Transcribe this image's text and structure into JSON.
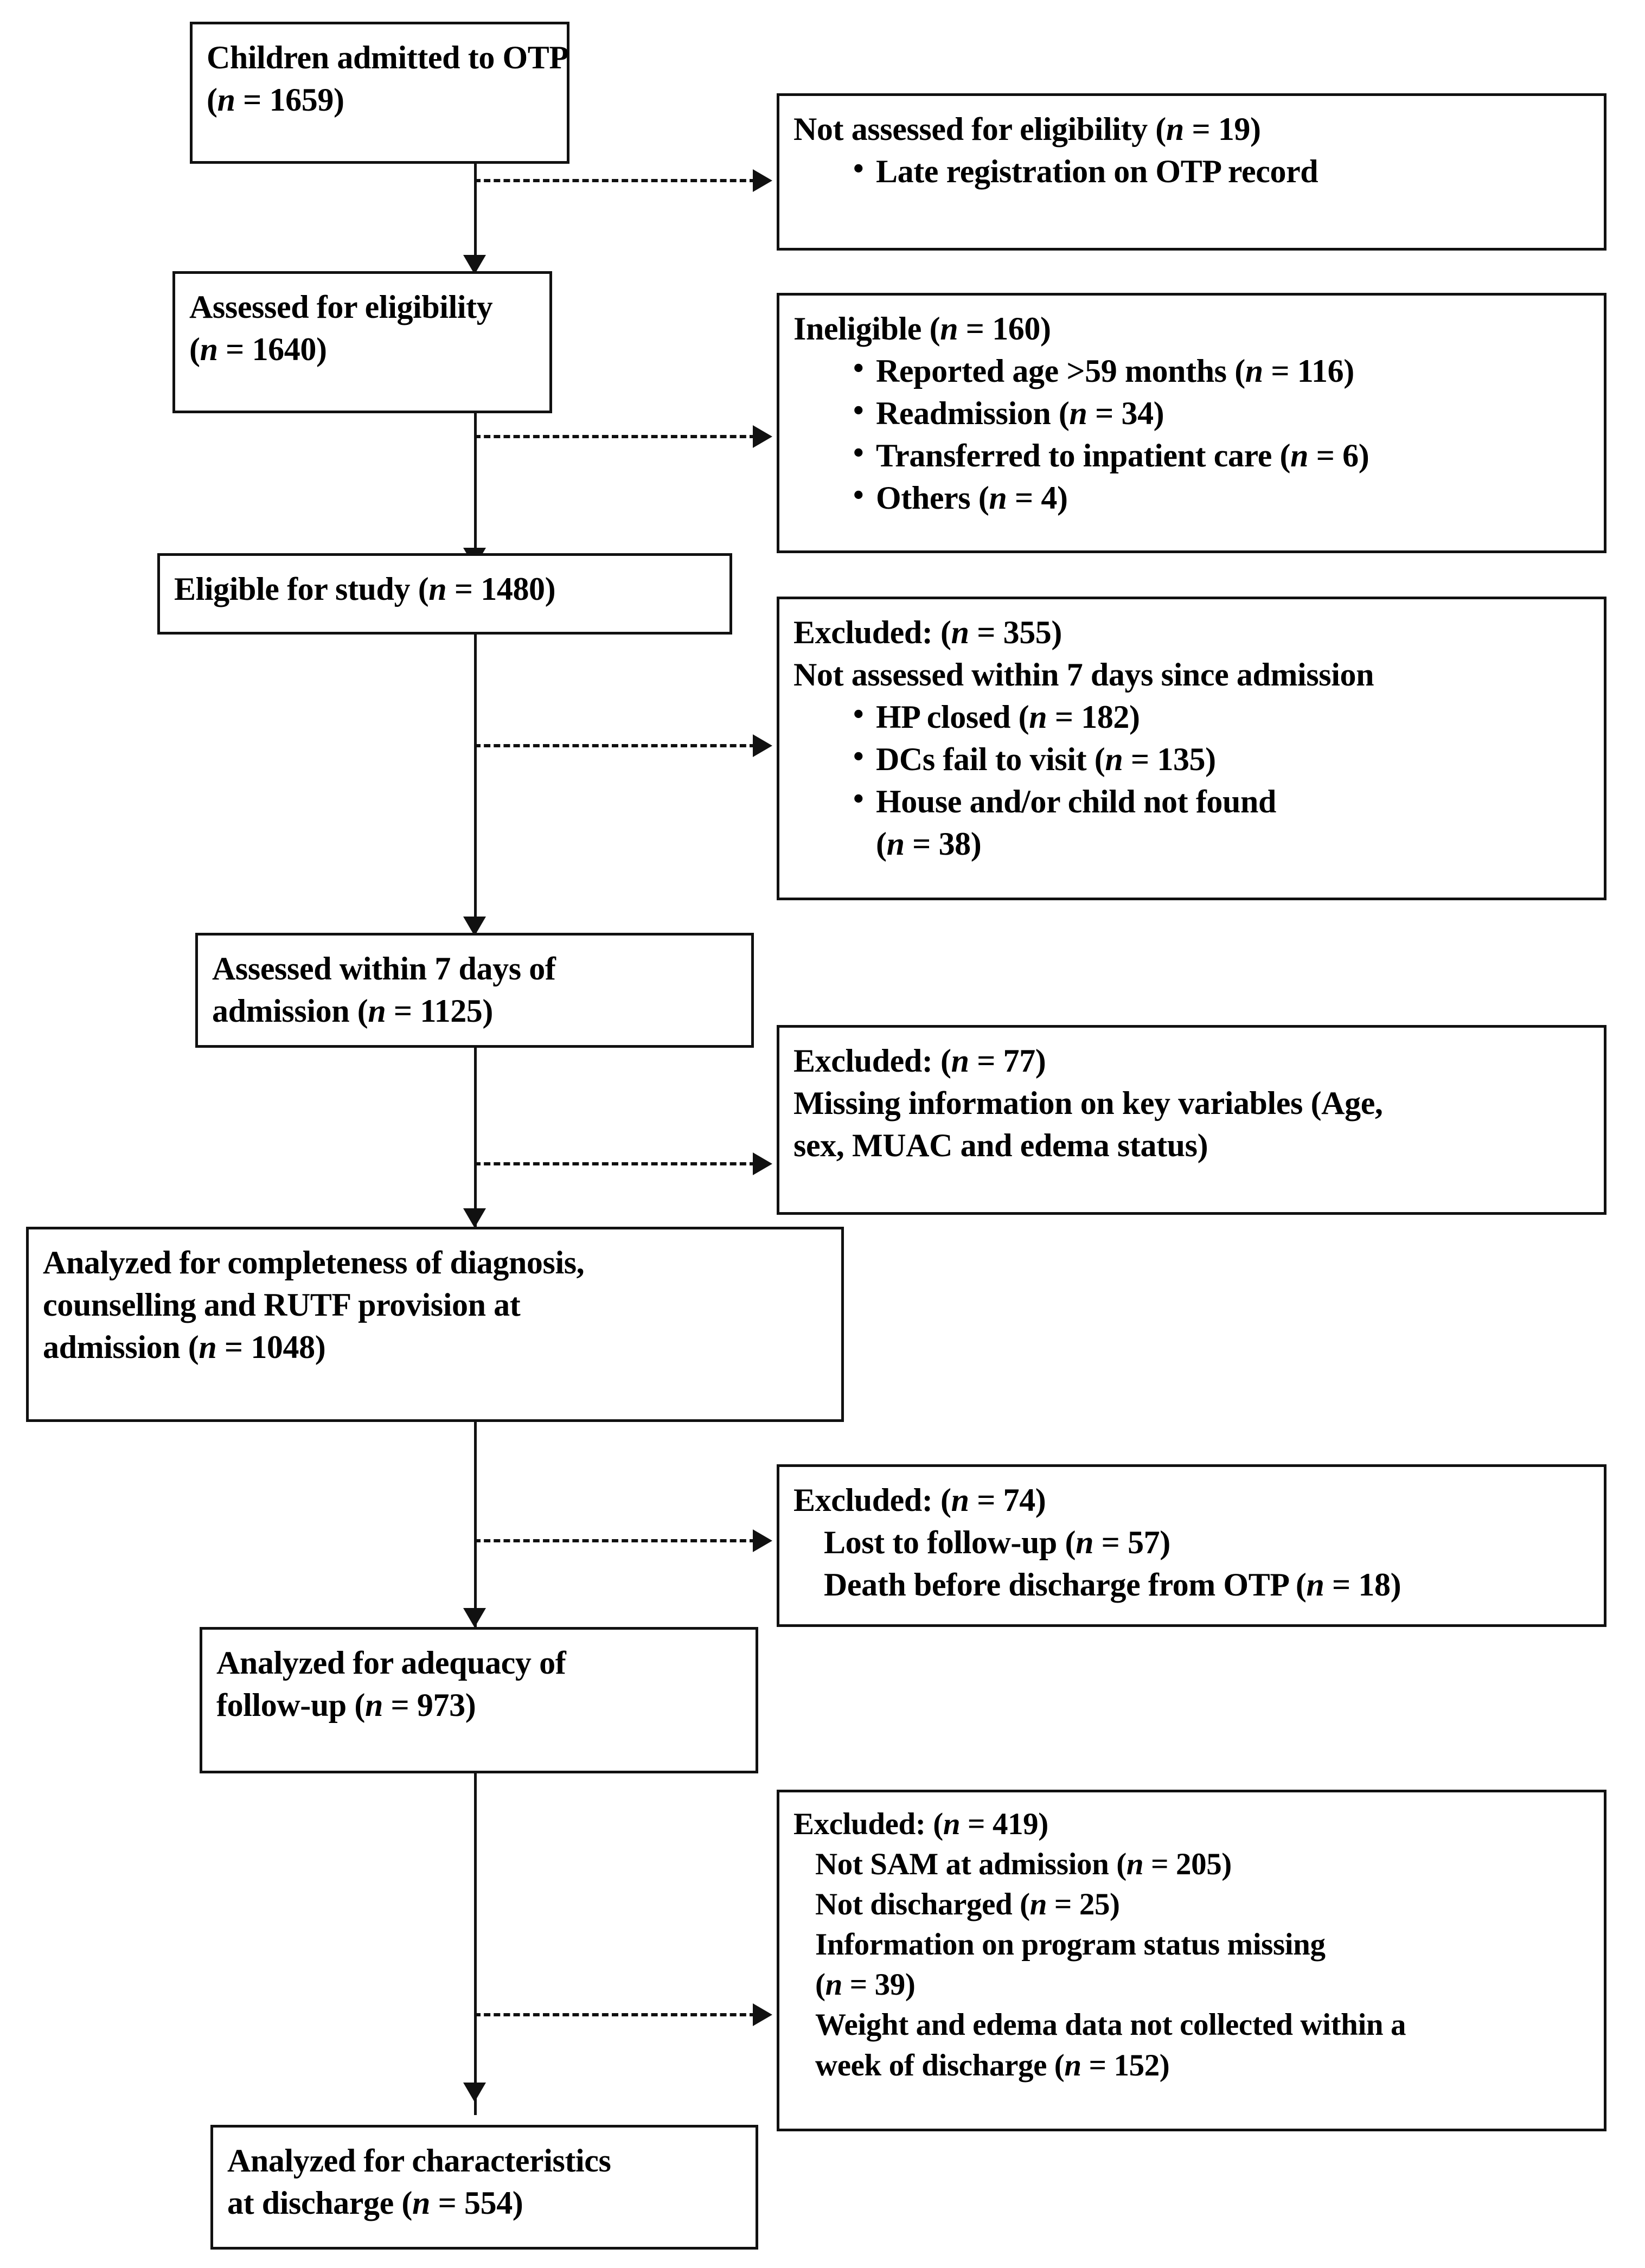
{
  "diagram": {
    "title": "Study participant flow diagram (CONSORT-style)",
    "type": "flowchart",
    "nodes": [
      {
        "id": "admitted",
        "column": "main",
        "lines": [
          "Children admitted to OTP",
          "(n = 1659)"
        ]
      },
      {
        "id": "not-assessed",
        "column": "side",
        "lines": [
          "Not assessed for eligibility  (n = 19)"
        ],
        "bullets": [
          "Late registration on OTP record"
        ]
      },
      {
        "id": "assessed-eligibility",
        "column": "main",
        "lines": [
          "Assessed for eligibility",
          "(n = 1640)"
        ]
      },
      {
        "id": "ineligible",
        "column": "side",
        "lines": [
          "Ineligible  (n = 160)"
        ],
        "bullets": [
          "Reported age >59 months (n = 116)",
          "Readmission (n = 34)",
          "Transferred to inpatient care (n = 6)",
          " Others (n =  4)"
        ]
      },
      {
        "id": "eligible-study",
        "column": "main",
        "lines": [
          "Eligible  for study (n = 1480)"
        ]
      },
      {
        "id": "excluded-355",
        "column": "side",
        "lines": [
          "Excluded: (n = 355)",
          "Not assessed within  7 days since admission"
        ],
        "bullets": [
          "HP closed (n = 182)",
          "DCs fail to visit (n = 135)",
          "House and/or child not found"
        ],
        "bullet_continuation": "(n = 38)"
      },
      {
        "id": "assessed-7days",
        "column": "main",
        "lines": [
          "Assessed within 7 days of",
          "admission (n = 1125)"
        ]
      },
      {
        "id": "excluded-77",
        "column": "side",
        "lines": [
          "Excluded: (n = 77)",
          "Missing information on key variables (Age,",
          "sex, MUAC and edema status)"
        ]
      },
      {
        "id": "analyzed-completeness",
        "column": "wide",
        "lines": [
          "Analyzed for completeness of diagnosis,",
          "counselling and RUTF provision at",
          "admission (n = 1048)"
        ]
      },
      {
        "id": "excluded-74",
        "column": "side",
        "lines": [
          "Excluded:  (n = 74)"
        ],
        "sublines": [
          "Lost to follow-up (n = 57)",
          "Death before discharge from OTP (n = 18)"
        ]
      },
      {
        "id": "analyzed-adequacy",
        "column": "main",
        "lines": [
          "Analyzed for adequacy of",
          "follow-up (n = 973)"
        ]
      },
      {
        "id": "excluded-419",
        "column": "side",
        "lines": [
          "Excluded: (n = 419)"
        ],
        "sublines": [
          "Not SAM at admission (n = 205)",
          "Not discharged (n = 25)",
          "Information on program status missing",
          " (n = 39)",
          "Weight and edema data not collected within a",
          "week of discharge (n = 152)"
        ]
      },
      {
        "id": "analyzed-discharge",
        "column": "main",
        "lines": [
          "Analyzed for characteristics",
          "at discharge (n = 554)"
        ]
      }
    ],
    "connector_label": "",
    "colors": {
      "stroke": "#111111",
      "background": "#ffffff",
      "text": "#000000"
    }
  }
}
